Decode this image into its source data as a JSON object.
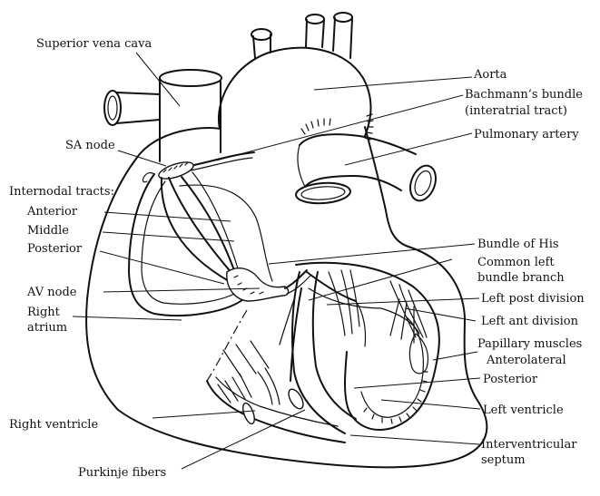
{
  "labels": {
    "superior_vena_cava": "Superior vena cava",
    "sa_node": "SA node",
    "internodal_tracts": "Internodal tracts:",
    "anterior": "Anterior",
    "middle": "Middle",
    "posterior_tract": "Posterior",
    "av_node": "AV node",
    "right_atrium_line1": "Right",
    "right_atrium_line2": "atrium",
    "right_ventricle": "Right ventricle",
    "purkinje_fibers": "Purkinje fibers",
    "aorta": "Aorta",
    "bachmanns_bundle_line1": "Bachmann’s bundle",
    "bachmanns_bundle_line2": "(interatrial tract)",
    "pulmonary_artery": "Pulmonary artery",
    "bundle_of_his": "Bundle of His",
    "common_left_line1": "Common left",
    "common_left_line2": "bundle branch",
    "left_post_division": "Left post division",
    "left_ant_division": "Left ant division",
    "papillary_muscles": "Papillary muscles",
    "anterolateral": "Anterolateral",
    "posterior_papillary": "Posterior",
    "left_ventricle": "Left ventricle",
    "interventricular_line1": "Interventricular",
    "interventricular_line2": "septum"
  }
}
